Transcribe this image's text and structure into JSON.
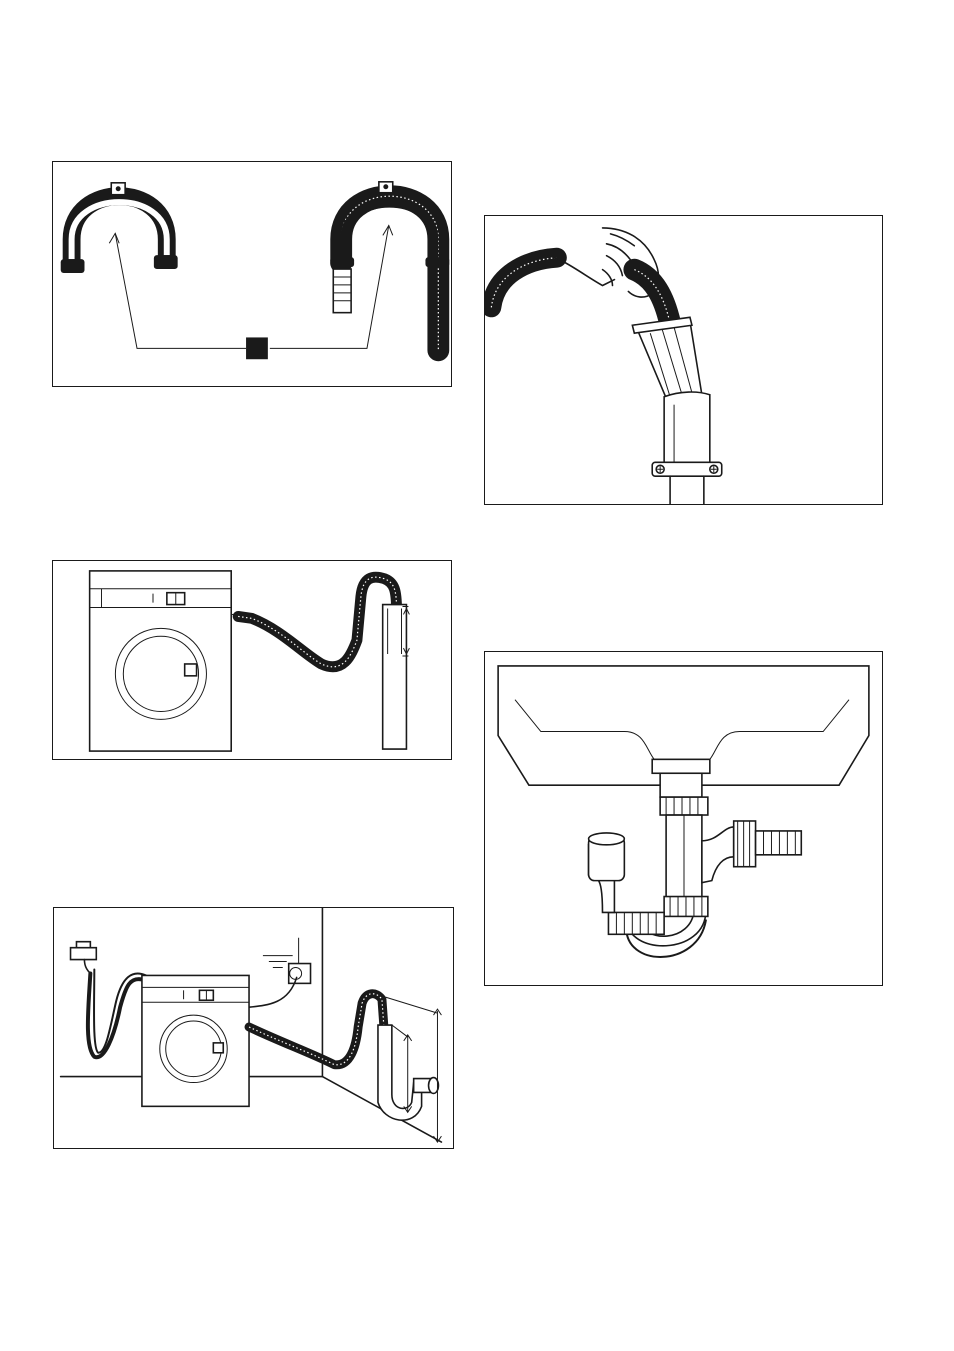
{
  "figures": [
    {
      "name": "hose-guide-figure",
      "icon": "hose-guide-icon"
    },
    {
      "name": "standpipe-insert-figure",
      "icon": "hand-inserting-hose-icon"
    },
    {
      "name": "standpipe-height-figure",
      "icon": "washing-machine-standpipe-icon"
    },
    {
      "name": "sink-trap-figure",
      "icon": "sink-trap-spigot-icon"
    },
    {
      "name": "installation-overview-figure",
      "icon": "installation-overview-icon"
    }
  ],
  "colors": {
    "line": "#1a1a1a",
    "background": "#ffffff"
  }
}
